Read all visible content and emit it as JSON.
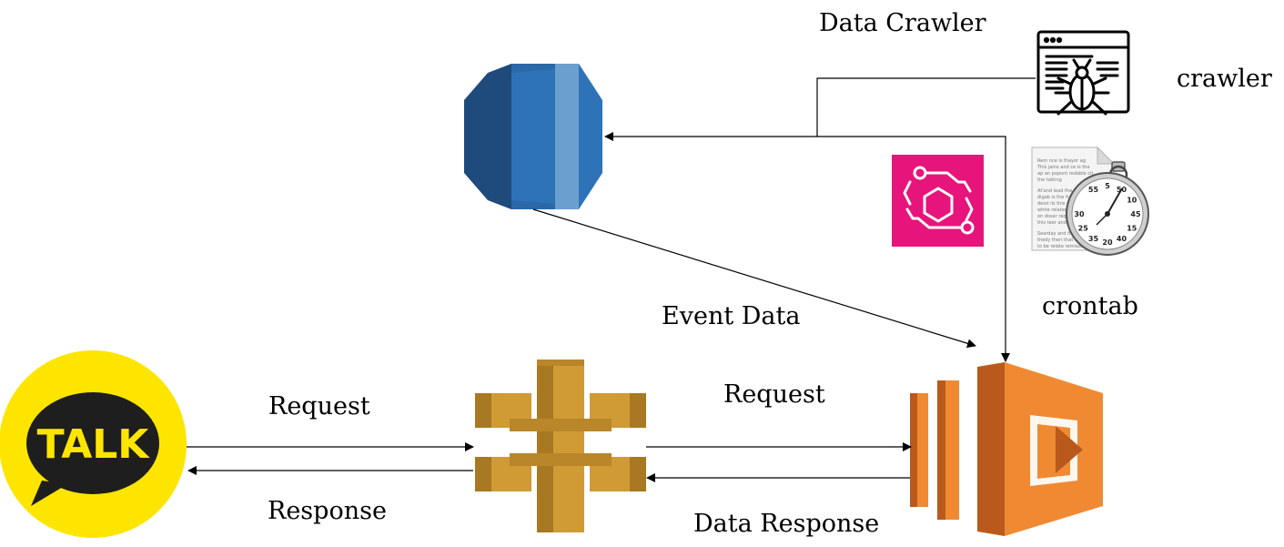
{
  "labels": {
    "data_crawler": "Data Crawler",
    "crawler": "crawler",
    "crontab": "crontab",
    "event_data": "Event Data",
    "request_left": "Request",
    "response_left": "Response",
    "request_right": "Request",
    "data_response": "Data Response"
  },
  "kakao": {
    "text": "TALK"
  },
  "doc_text": [
    "Rem nce is thayor ag",
    "This jams and ce is the",
    "ap an popont redable cit",
    "the talking",
    "At'and lead the fr",
    "digab is the frem",
    "delot ils this atidow",
    "white related to",
    "on doser requiries",
    "this teer and gom",
    "Searday and free",
    "thedy theri that was",
    "to be relate remisser"
  ],
  "stopwatch_numbers": [
    "55",
    "5",
    "50",
    "10",
    "45",
    "15",
    "40",
    "20",
    "35",
    "25",
    "30"
  ],
  "colors": {
    "db_dark": "#1f4a7c",
    "db_mid": "#2e73b8",
    "db_light": "#6a9fd0",
    "apigw_gold": "#d09a35",
    "apigw_dark": "#a87822",
    "lambda_orange": "#f08a32",
    "lambda_dark": "#b95a1c",
    "eventbridge_pink": "#e7157b",
    "kakao_yellow": "#fee500",
    "kakao_dark": "#1e1e1e"
  }
}
